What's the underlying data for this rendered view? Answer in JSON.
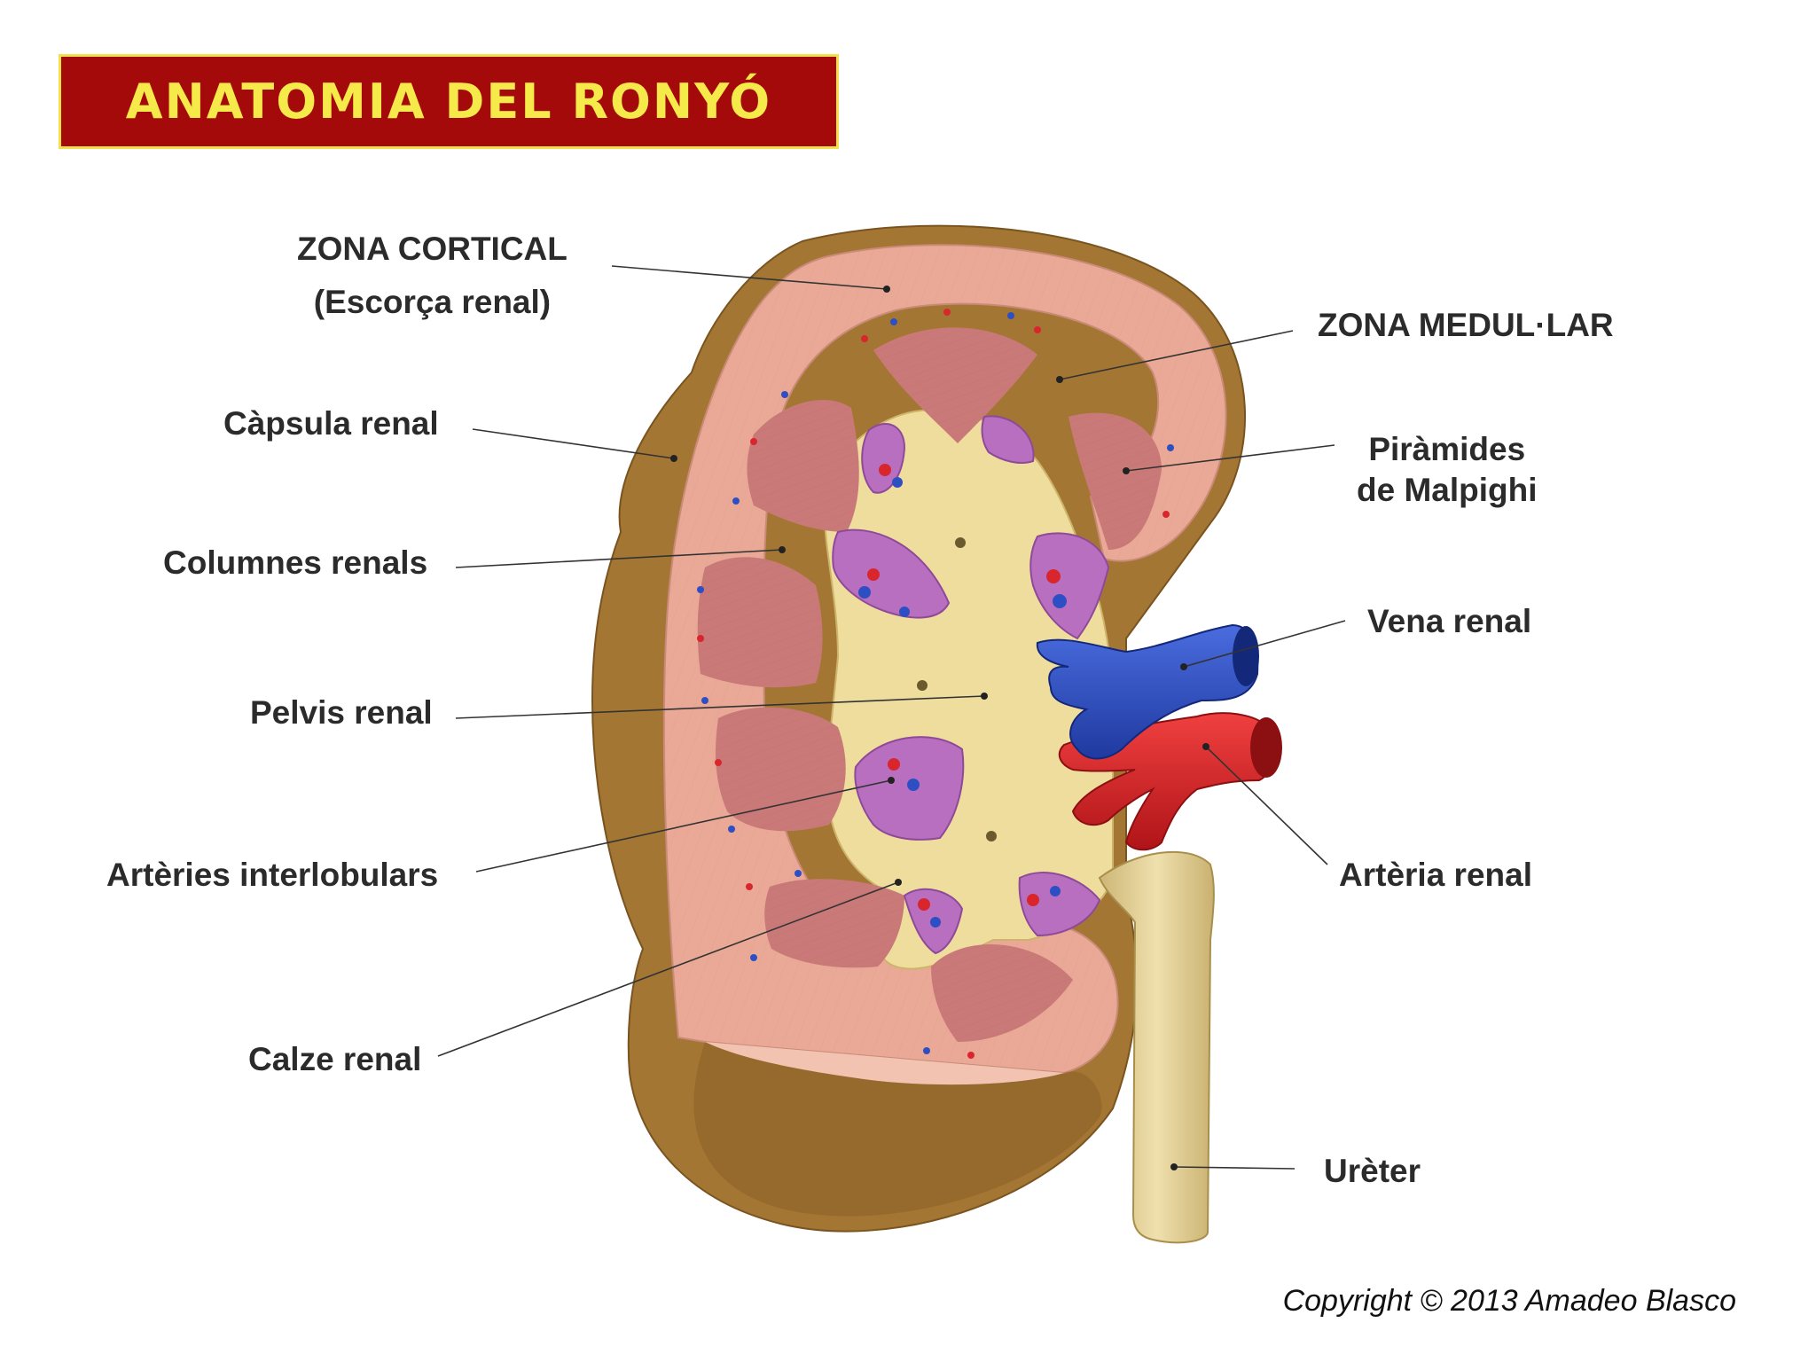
{
  "title": "ANATOMIA DEL RONYÓ",
  "labels": {
    "zona_cortical": "ZONA CORTICAL",
    "escorca_renal": "(Escorça renal)",
    "capsula_renal": "Càpsula renal",
    "columnes_renals": "Columnes renals",
    "pelvis_renal": "Pelvis renal",
    "arteries_interlobulars": "Artèries interlobulars",
    "calze_renal": "Calze renal",
    "zona_medular": "ZONA MEDUL·LAR",
    "piramides_line1": "Piràmides",
    "piramides_line2": "de Malpighi",
    "vena_renal": "Vena renal",
    "arteria_renal": "Artèria renal",
    "ureter": "Urèter"
  },
  "copyright": "Copyright © 2013 Amadeo Blasco",
  "colors": {
    "title_bg": "#a50a0a",
    "title_text": "#f6e94a",
    "capsule": "#a0702e",
    "cortex": "#e8a694",
    "medulla": "#c97a78",
    "pelvis": "#eedc9a",
    "calyx": "#b86fc0",
    "vein": "#2e4fc4",
    "artery": "#d8262c",
    "ureter": "#e6d49a"
  }
}
